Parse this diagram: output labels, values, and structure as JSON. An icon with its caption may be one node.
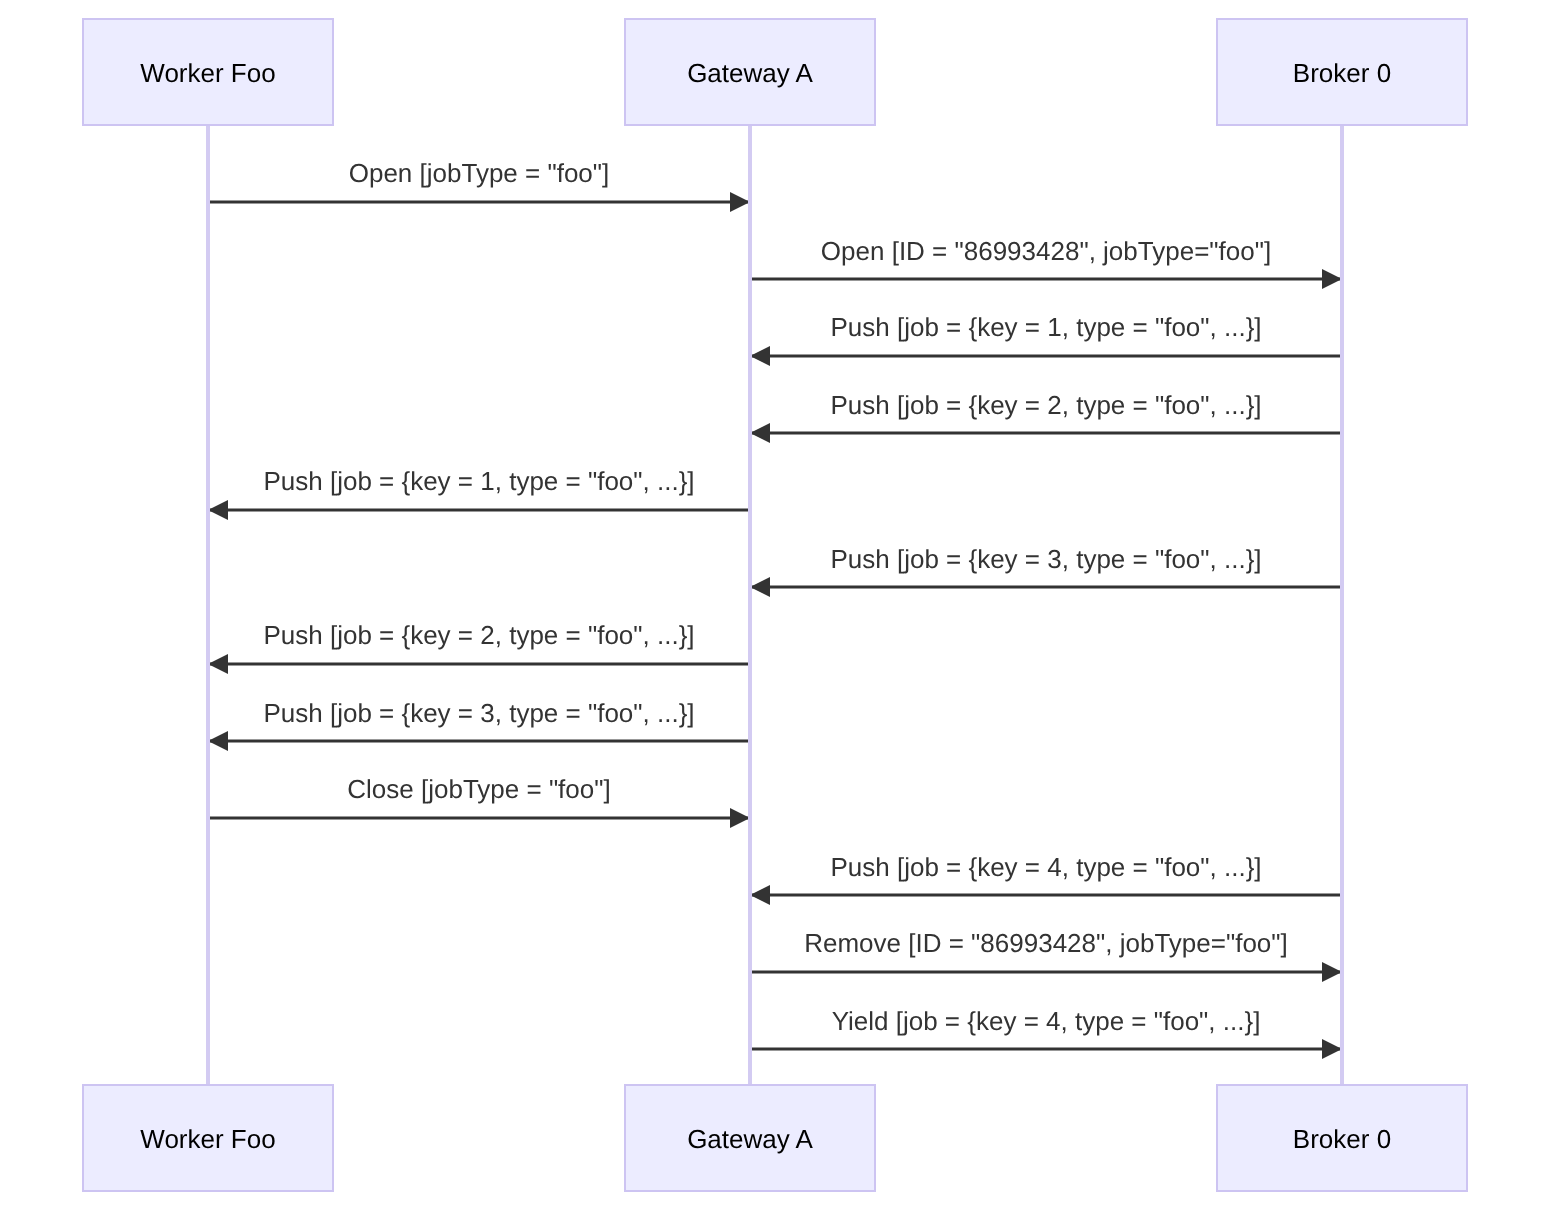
{
  "diagram": {
    "nodes": [
      {
        "text": [
          "Worker Foo"
        ]
      },
      {
        "text": [
          "Gateway A"
        ]
      },
      {
        "text": [
          "Broker 0"
        ]
      },
      {
        "text": [],
        "shape": "bar"
      },
      {
        "text": [],
        "shape": "bar"
      },
      {
        "text": [],
        "shape": "bar"
      },
      {
        "text": [
          "Worker Foo"
        ]
      },
      {
        "text": [
          "Gateway A"
        ]
      },
      {
        "text": [
          "Broker 0"
        ]
      }
    ],
    "edges": [
      {
        "from": 3,
        "to": 4,
        "arrow": "to",
        "label": "Open [jobType = \"foo\"]"
      },
      {
        "from": 4,
        "to": 5,
        "arrow": "to",
        "label": "Open [ID = \"86993428\", jobType=\"foo\"]"
      },
      {
        "from": 5,
        "to": 4,
        "arrow": "to",
        "label": "Push [job = {key = 1, type = \"foo\", ...}]"
      },
      {
        "from": 5,
        "to": 4,
        "arrow": "to",
        "label": "Push [job = {key = 2, type = \"foo\", ...}]"
      },
      {
        "from": 4,
        "to": 3,
        "arrow": "to",
        "label": "Push [job = {key = 1, type = \"foo\", ...}]"
      },
      {
        "from": 5,
        "to": 4,
        "arrow": "to",
        "label": "Push [job = {key = 3, type = \"foo\", ...}]"
      },
      {
        "from": 4,
        "to": 3,
        "arrow": "to",
        "label": "Push [job = {key = 2, type = \"foo\", ...}]"
      },
      {
        "from": 4,
        "to": 3,
        "arrow": "to",
        "label": "Push [job = {key = 3, type = \"foo\", ...}]"
      },
      {
        "from": 3,
        "to": 4,
        "arrow": "to",
        "label": "Close [jobType = \"foo\"]"
      },
      {
        "from": 5,
        "to": 4,
        "arrow": "to",
        "label": "Push [job = {key = 4, type = \"foo\", ...}]"
      },
      {
        "from": 4,
        "to": 5,
        "arrow": "to",
        "label": "Remove [ID = \"86993428\", jobType=\"foo\"]"
      },
      {
        "from": 4,
        "to": 5,
        "arrow": "to",
        "label": "Yield [job = {key = 4, type = \"foo\", ...}]"
      }
    ]
  }
}
